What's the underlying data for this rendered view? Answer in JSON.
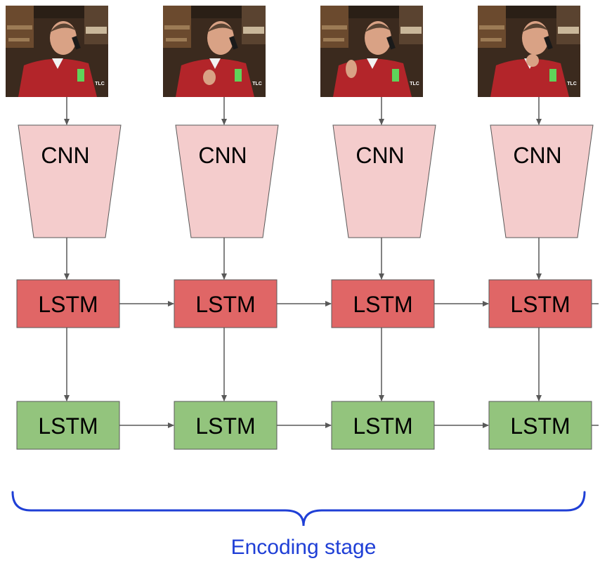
{
  "colors": {
    "cnn_fill": "#f4cccc",
    "lstm_top_fill": "#e06666",
    "lstm_bottom_fill": "#93c47d",
    "arrow": "#595959",
    "brace": "#1f3fd6",
    "node_stroke": "#595959"
  },
  "frames": [
    {
      "caption": "video-frame-1",
      "logo": "TLC",
      "pose": "talking"
    },
    {
      "caption": "video-frame-2",
      "logo": "TLC",
      "pose": "hand-raised"
    },
    {
      "caption": "video-frame-3",
      "logo": "TLC",
      "pose": "waving"
    },
    {
      "caption": "video-frame-4",
      "logo": "TLC",
      "pose": "hand-to-mouth"
    }
  ],
  "columns": [
    {
      "cnn_label": "CNN",
      "lstm_top_label": "LSTM",
      "lstm_bottom_label": "LSTM"
    },
    {
      "cnn_label": "CNN",
      "lstm_top_label": "LSTM",
      "lstm_bottom_label": "LSTM"
    },
    {
      "cnn_label": "CNN",
      "lstm_top_label": "LSTM",
      "lstm_bottom_label": "LSTM"
    },
    {
      "cnn_label": "CNN",
      "lstm_top_label": "LSTM",
      "lstm_bottom_label": "LSTM"
    }
  ],
  "stage_label": "Encoding stage"
}
